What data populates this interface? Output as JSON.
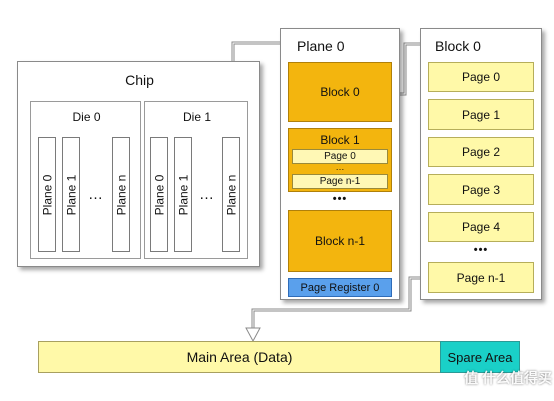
{
  "chip": {
    "title": "Chip",
    "dies": [
      {
        "title": "Die 0",
        "planes": [
          "Plane 0",
          "Plane 1",
          "Plane n"
        ],
        "ellipsis": "…"
      },
      {
        "title": "Die 1",
        "planes": [
          "Plane 0",
          "Plane 1",
          "Plane n"
        ],
        "ellipsis": "…"
      }
    ]
  },
  "plane": {
    "title": "Plane 0",
    "block0": "Block 0",
    "block1": {
      "title": "Block 1",
      "page0": "Page 0",
      "dots": "…",
      "pagen": "Page n-1"
    },
    "dots": "•••",
    "blockn": "Block n-1",
    "register": "Page Register 0"
  },
  "block": {
    "title": "Block 0",
    "pages": [
      "Page 0",
      "Page 1",
      "Page 2",
      "Page 3",
      "Page 4"
    ],
    "dots": "•••",
    "last_page": "Page n-1"
  },
  "page_layout": {
    "main": "Main Area (Data)",
    "spare": "Spare Area"
  },
  "watermark": "值 什么值得买",
  "colors": {
    "block": "#f3b50e",
    "page": "#fff9a8",
    "register": "#5aa0ec",
    "spare": "#1ad0c8"
  }
}
